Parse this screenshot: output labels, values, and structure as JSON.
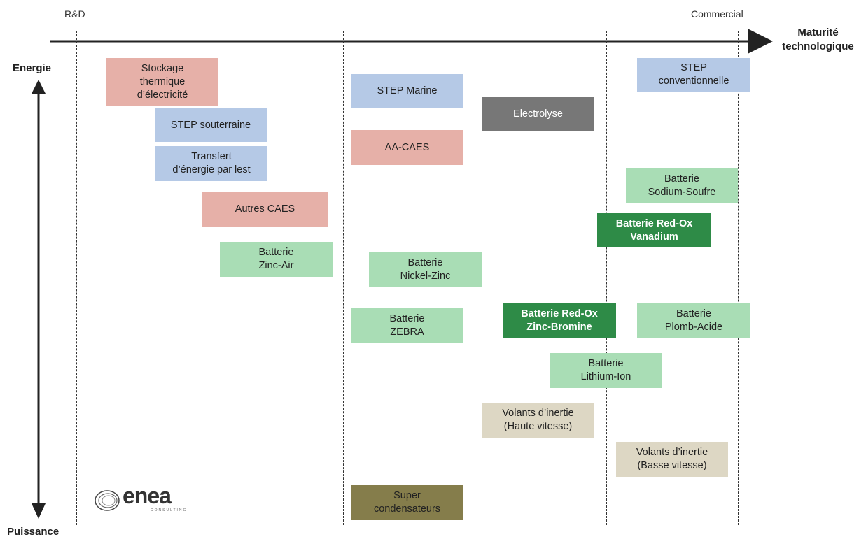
{
  "top_labels": {
    "left": "R&D",
    "right": "Commercial"
  },
  "x_axis_title": [
    "Maturité",
    "technologique"
  ],
  "y_axis": {
    "top": "Energie",
    "bottom": "Puissance"
  },
  "colors": {
    "pink": "#e6b0a8",
    "blue": "#b5c9e6",
    "light_green": "#a9ddb5",
    "dark_green": "#2e8b47",
    "gray": "#777777",
    "beige": "#ddd7c4",
    "olive": "#857d4b"
  },
  "boxes": [
    {
      "id": "stockage-thermique",
      "lines": [
        "Stockage",
        "thermique",
        "d’électricité"
      ],
      "color": "pink"
    },
    {
      "id": "step-souterraine",
      "lines": [
        "STEP souterraine"
      ],
      "color": "blue"
    },
    {
      "id": "transfert-energie",
      "lines": [
        "Transfert",
        "d’énergie par lest"
      ],
      "color": "blue"
    },
    {
      "id": "autres-caes",
      "lines": [
        "Autres CAES"
      ],
      "color": "pink"
    },
    {
      "id": "batterie-zinc-air",
      "lines": [
        "Batterie",
        "Zinc-Air"
      ],
      "color": "light_green"
    },
    {
      "id": "step-marine",
      "lines": [
        "STEP Marine"
      ],
      "color": "blue"
    },
    {
      "id": "aa-caes",
      "lines": [
        "AA-CAES"
      ],
      "color": "pink"
    },
    {
      "id": "batterie-nickel-zinc",
      "lines": [
        "Batterie",
        "Nickel-Zinc"
      ],
      "color": "light_green"
    },
    {
      "id": "batterie-zebra",
      "lines": [
        "Batterie",
        "ZEBRA"
      ],
      "color": "light_green"
    },
    {
      "id": "super-condensateurs",
      "lines": [
        "Super",
        "condensateurs"
      ],
      "color": "olive"
    },
    {
      "id": "electrolyse",
      "lines": [
        "Electrolyse"
      ],
      "color": "gray"
    },
    {
      "id": "batterie-redox-zinc-bromine",
      "lines": [
        "Batterie Red-Ox",
        "Zinc-Bromine"
      ],
      "color": "dark_green"
    },
    {
      "id": "batterie-lithium-ion",
      "lines": [
        "Batterie",
        "Lithium-Ion"
      ],
      "color": "light_green"
    },
    {
      "id": "volants-haute-vitesse",
      "lines": [
        "Volants d’inertie",
        "(Haute vitesse)"
      ],
      "color": "beige"
    },
    {
      "id": "step-conventionnelle",
      "lines": [
        "STEP",
        "conventionnelle"
      ],
      "color": "blue"
    },
    {
      "id": "batterie-sodium-soufre",
      "lines": [
        "Batterie",
        "Sodium-Soufre"
      ],
      "color": "light_green"
    },
    {
      "id": "batterie-redox-vanadium",
      "lines": [
        "Batterie Red-Ox",
        "Vanadium"
      ],
      "color": "dark_green"
    },
    {
      "id": "batterie-plomb-acide",
      "lines": [
        "Batterie",
        "Plomb-Acide"
      ],
      "color": "light_green"
    },
    {
      "id": "volants-basse-vitesse",
      "lines": [
        "Volants d’inertie",
        "(Basse vitesse)"
      ],
      "color": "beige"
    }
  ],
  "logo": {
    "name": "enea",
    "subtitle": "CONSULTING"
  }
}
